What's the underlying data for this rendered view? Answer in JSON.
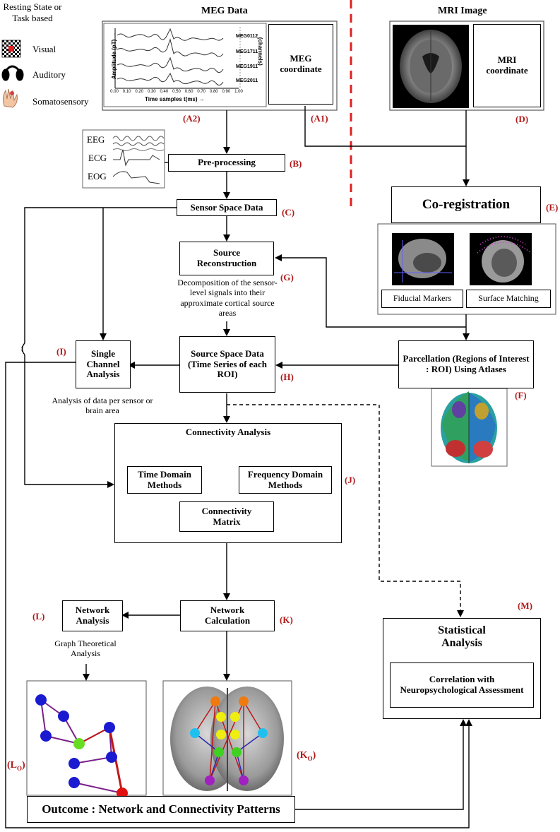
{
  "legend": {
    "title": "Resting State or Task based",
    "items": [
      {
        "label": "Visual",
        "icon": "checkerboard-icon"
      },
      {
        "label": "Auditory",
        "icon": "headphones-icon"
      },
      {
        "label": "Somatosensory",
        "icon": "hand-icon"
      }
    ]
  },
  "headers": {
    "meg": "MEG Data",
    "mri": "MRI Image"
  },
  "meg_plot": {
    "ylabel": "Amplitude (pT) →",
    "xlabel": "Time samples  t(ms) →",
    "channels_label": "(channels)",
    "channels": [
      "MEG0112",
      "MEG1711",
      "MEG1911",
      "MEG2011"
    ],
    "xticks": [
      "0.00",
      "0.10",
      "0.20",
      "0.30",
      "0.40",
      "0.50",
      "0.60",
      "0.70",
      "0.80",
      "0.90",
      "1.00"
    ]
  },
  "boxes": {
    "meg_coordinate": "MEG coordinate",
    "mri_coordinate": "MRI coordinate",
    "preprocessing": "Pre-processing",
    "sensor_space": "Sensor Space Data",
    "source_recon": "Source Reconstruction",
    "coregistration": "Co-registration",
    "single_channel": "Single Channel Analysis",
    "source_space": "Source Space Data (Time Series of each ROI)",
    "parcellation": "Parcellation (Regions of Interest : ROI) Using Atlases",
    "connectivity": "Connectivity Analysis",
    "time_domain": "Time Domain Methods",
    "freq_domain": "Frequency Domain Methods",
    "conn_matrix": "Connectivity Matrix",
    "network_analysis": "Network Analysis",
    "network_calc": "Network Calculation",
    "statistical": "Statistical Analysis",
    "correlation": "Correlation with Neuropsychological Assessment",
    "outcome": "Outcome : Network and Connectivity Patterns",
    "fiducial": "Fiducial Markers",
    "surface": "Surface Matching"
  },
  "artifacts": [
    "EEG",
    "ECG",
    "EOG"
  ],
  "notes": {
    "decomposition": "Decomposition of the sensor-level signals into their approximate cortical source areas",
    "analysis_per": "Analysis of data per sensor or brain area",
    "graph": "Graph Theoretical Analysis"
  },
  "tags": {
    "a2": "(A2)",
    "a1": "(A1)",
    "d": "(D)",
    "b": "(B)",
    "c": "(C)",
    "e": "(E)",
    "g": "(G)",
    "i": "(I)",
    "h": "(H)",
    "f": "(F)",
    "j": "(J)",
    "l": "(L)",
    "k": "(K)",
    "m": "(M)",
    "lo_main": "(L",
    "lo_sub": "O",
    "lo_end": ")",
    "ko_main": "(K",
    "ko_sub": "O",
    "ko_end": ")"
  },
  "colors": {
    "tag": "#b01818",
    "divider": "#e02020",
    "edge_purple": "#7a1f8a",
    "edge_red": "#c01818"
  }
}
